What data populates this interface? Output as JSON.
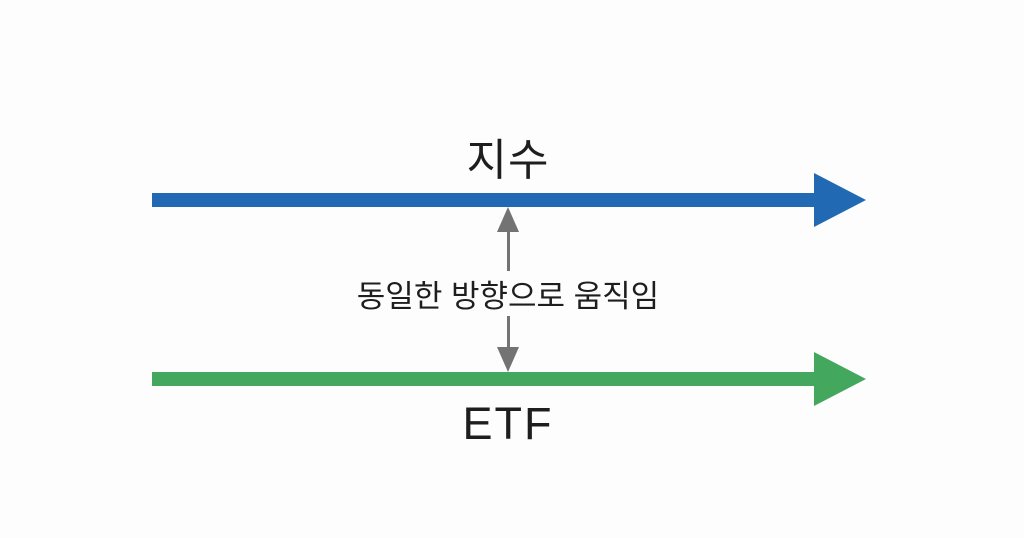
{
  "diagram": {
    "index_label": "지수",
    "relation_label": "동일한 방향으로 움직임",
    "etf_label": "ETF"
  },
  "colors": {
    "index_arrow": "#2269b3",
    "etf_arrow": "#43a75e",
    "connector": "#737373",
    "text": "#1e1e1e",
    "background": "#fdfdfd"
  }
}
